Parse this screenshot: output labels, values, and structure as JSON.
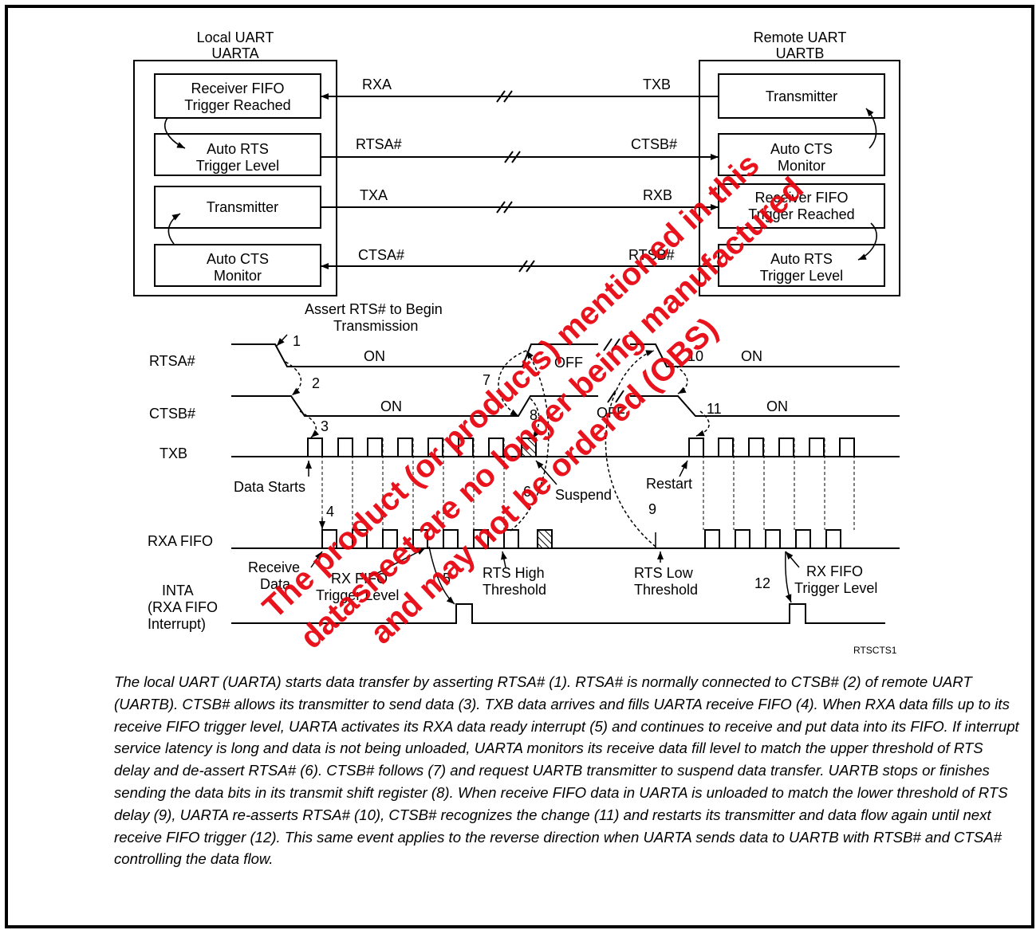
{
  "local_uart": {
    "title_line1": "Local UART",
    "title_line2": "UARTA",
    "blocks": {
      "rx_fifo_l1": "Receiver FIFO",
      "rx_fifo_l2": "Trigger Reached",
      "auto_rts_l1": "Auto RTS",
      "auto_rts_l2": "Trigger Level",
      "transmitter": "Transmitter",
      "auto_cts_l1": "Auto CTS",
      "auto_cts_l2": "Monitor"
    }
  },
  "remote_uart": {
    "title_line1": "Remote UART",
    "title_line2": "UARTB",
    "blocks": {
      "transmitter": "Transmitter",
      "auto_cts_l1": "Auto CTS",
      "auto_cts_l2": "Monitor",
      "rx_fifo_l1": "Receiver FIFO",
      "rx_fifo_l2": "Trigger Reached",
      "auto_rts_l1": "Auto RTS",
      "auto_rts_l2": "Trigger Level"
    }
  },
  "links": {
    "rxa": "RXA",
    "txb": "TXB",
    "rtsa": "RTSA#",
    "ctsb": "CTSB#",
    "txa": "TXA",
    "rxb": "RXB",
    "ctsa": "CTSA#",
    "rtsb": "RTSB#"
  },
  "timing": {
    "assert_l1": "Assert RTS# to Begin",
    "assert_l2": "Transmission",
    "signal_rtsa": "RTSA#",
    "signal_ctsb": "CTSB#",
    "signal_txb": "TXB",
    "signal_rxa_fifo": "RXA FIFO",
    "signal_inta_l1": "INTA",
    "signal_inta_l2": "(RXA FIFO",
    "signal_inta_l3": "Interrupt)",
    "on": "ON",
    "off": "OFF",
    "data_starts": "Data Starts",
    "suspend": "Suspend",
    "restart": "Restart",
    "receive_l1": "Receive",
    "receive_l2": "Data",
    "rx_fifo_trig_l1": "RX FIFO",
    "rx_fifo_trig_l2": "Trigger Level",
    "rts_high_l1": "RTS High",
    "rts_high_l2": "Threshold",
    "rts_low_l1": "RTS Low",
    "rts_low_l2": "Threshold",
    "n1": "1",
    "n2": "2",
    "n3": "3",
    "n4": "4",
    "n5": "5",
    "n6": "6",
    "n7": "7",
    "n8": "8",
    "n9": "9",
    "n10": "10",
    "n11": "11",
    "n12": "12",
    "figure_id": "RTSCTS1"
  },
  "watermark": {
    "line1": "The product (or products) mentioned in this",
    "line2": "datasheet are no longer being manufactured",
    "line3": "and may not be ordered (OBS)",
    "color": "#e8000a"
  },
  "caption": "The local UART (UARTA) starts data transfer by asserting RTSA# (1). RTSA# is normally connected to CTSB# (2) of remote UART (UARTB). CTSB# allows its transmitter to send data (3). TXB data arrives and fills UARTA receive FIFO (4). When RXA data fills up to its receive FIFO trigger level, UARTA activates its RXA data ready interrupt (5) and continues to receive and put data into its FIFO. If interrupt service latency is long and data is not being unloaded, UARTA monitors its receive data fill level to match the upper threshold of RTS delay and de-assert RTSA# (6). CTSB# follows (7) and request UARTB transmitter to suspend data transfer. UARTB stops or finishes sending the data bits in its transmit shift register (8). When receive FIFO data in UARTA is unloaded to match the lower threshold of RTS delay (9), UARTA re-asserts RTSA# (10), CTSB# recognizes the change (11) and restarts its transmitter and data flow again until next receive FIFO trigger (12). This same event applies to the reverse direction when UARTA sends data to UARTB with RTSB# and CTSA# controlling the data flow."
}
